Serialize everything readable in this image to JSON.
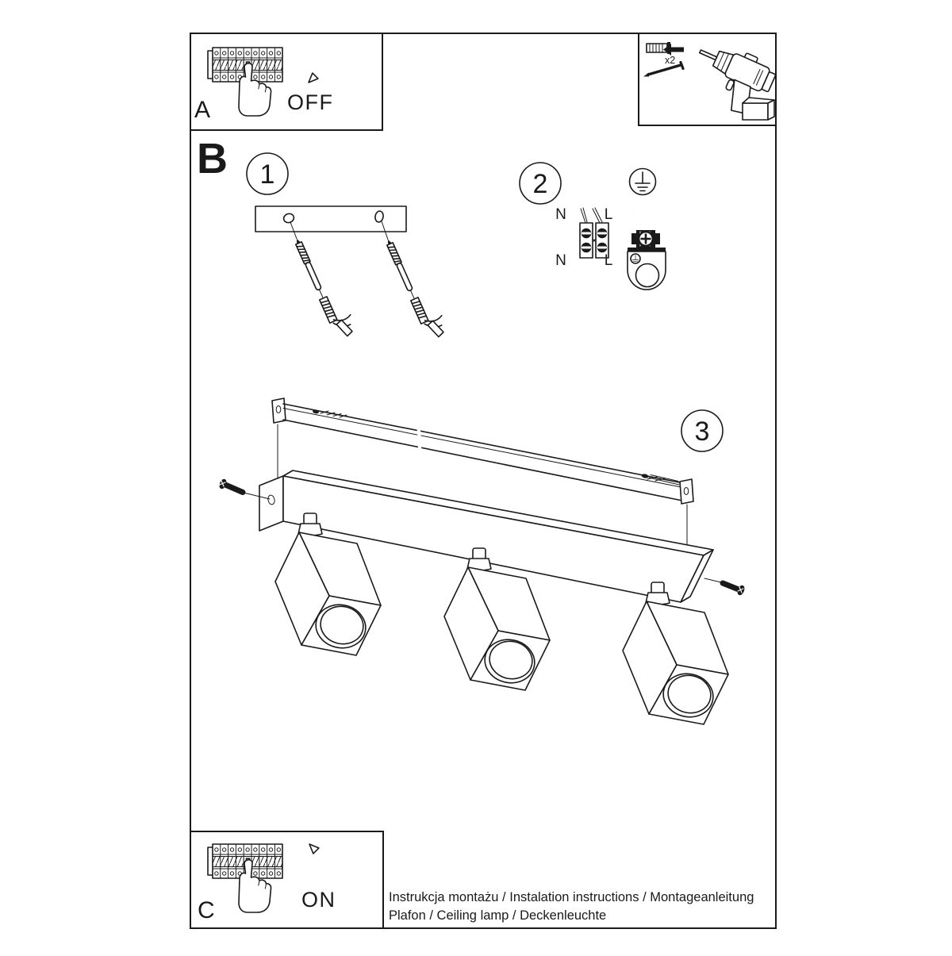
{
  "colors": {
    "ink": "#1a1a1a",
    "paper": "#ffffff"
  },
  "box_a": {
    "label": "A",
    "state": "OFF"
  },
  "box_c": {
    "label": "C",
    "state": "ON"
  },
  "tools_box": {
    "quantity": "x2"
  },
  "section": {
    "label": "B"
  },
  "step1": {
    "number": "1"
  },
  "step2": {
    "number": "2",
    "wire_top_left": "N",
    "wire_top_right": "L",
    "wire_bottom_left": "N",
    "wire_bottom_right": "L"
  },
  "step3": {
    "number": "3"
  },
  "footer": {
    "line1": "Instrukcja montażu / Instalation instructions / Montageanleitung",
    "line2": "Plafon / Ceiling lamp / Deckenleuchte"
  }
}
